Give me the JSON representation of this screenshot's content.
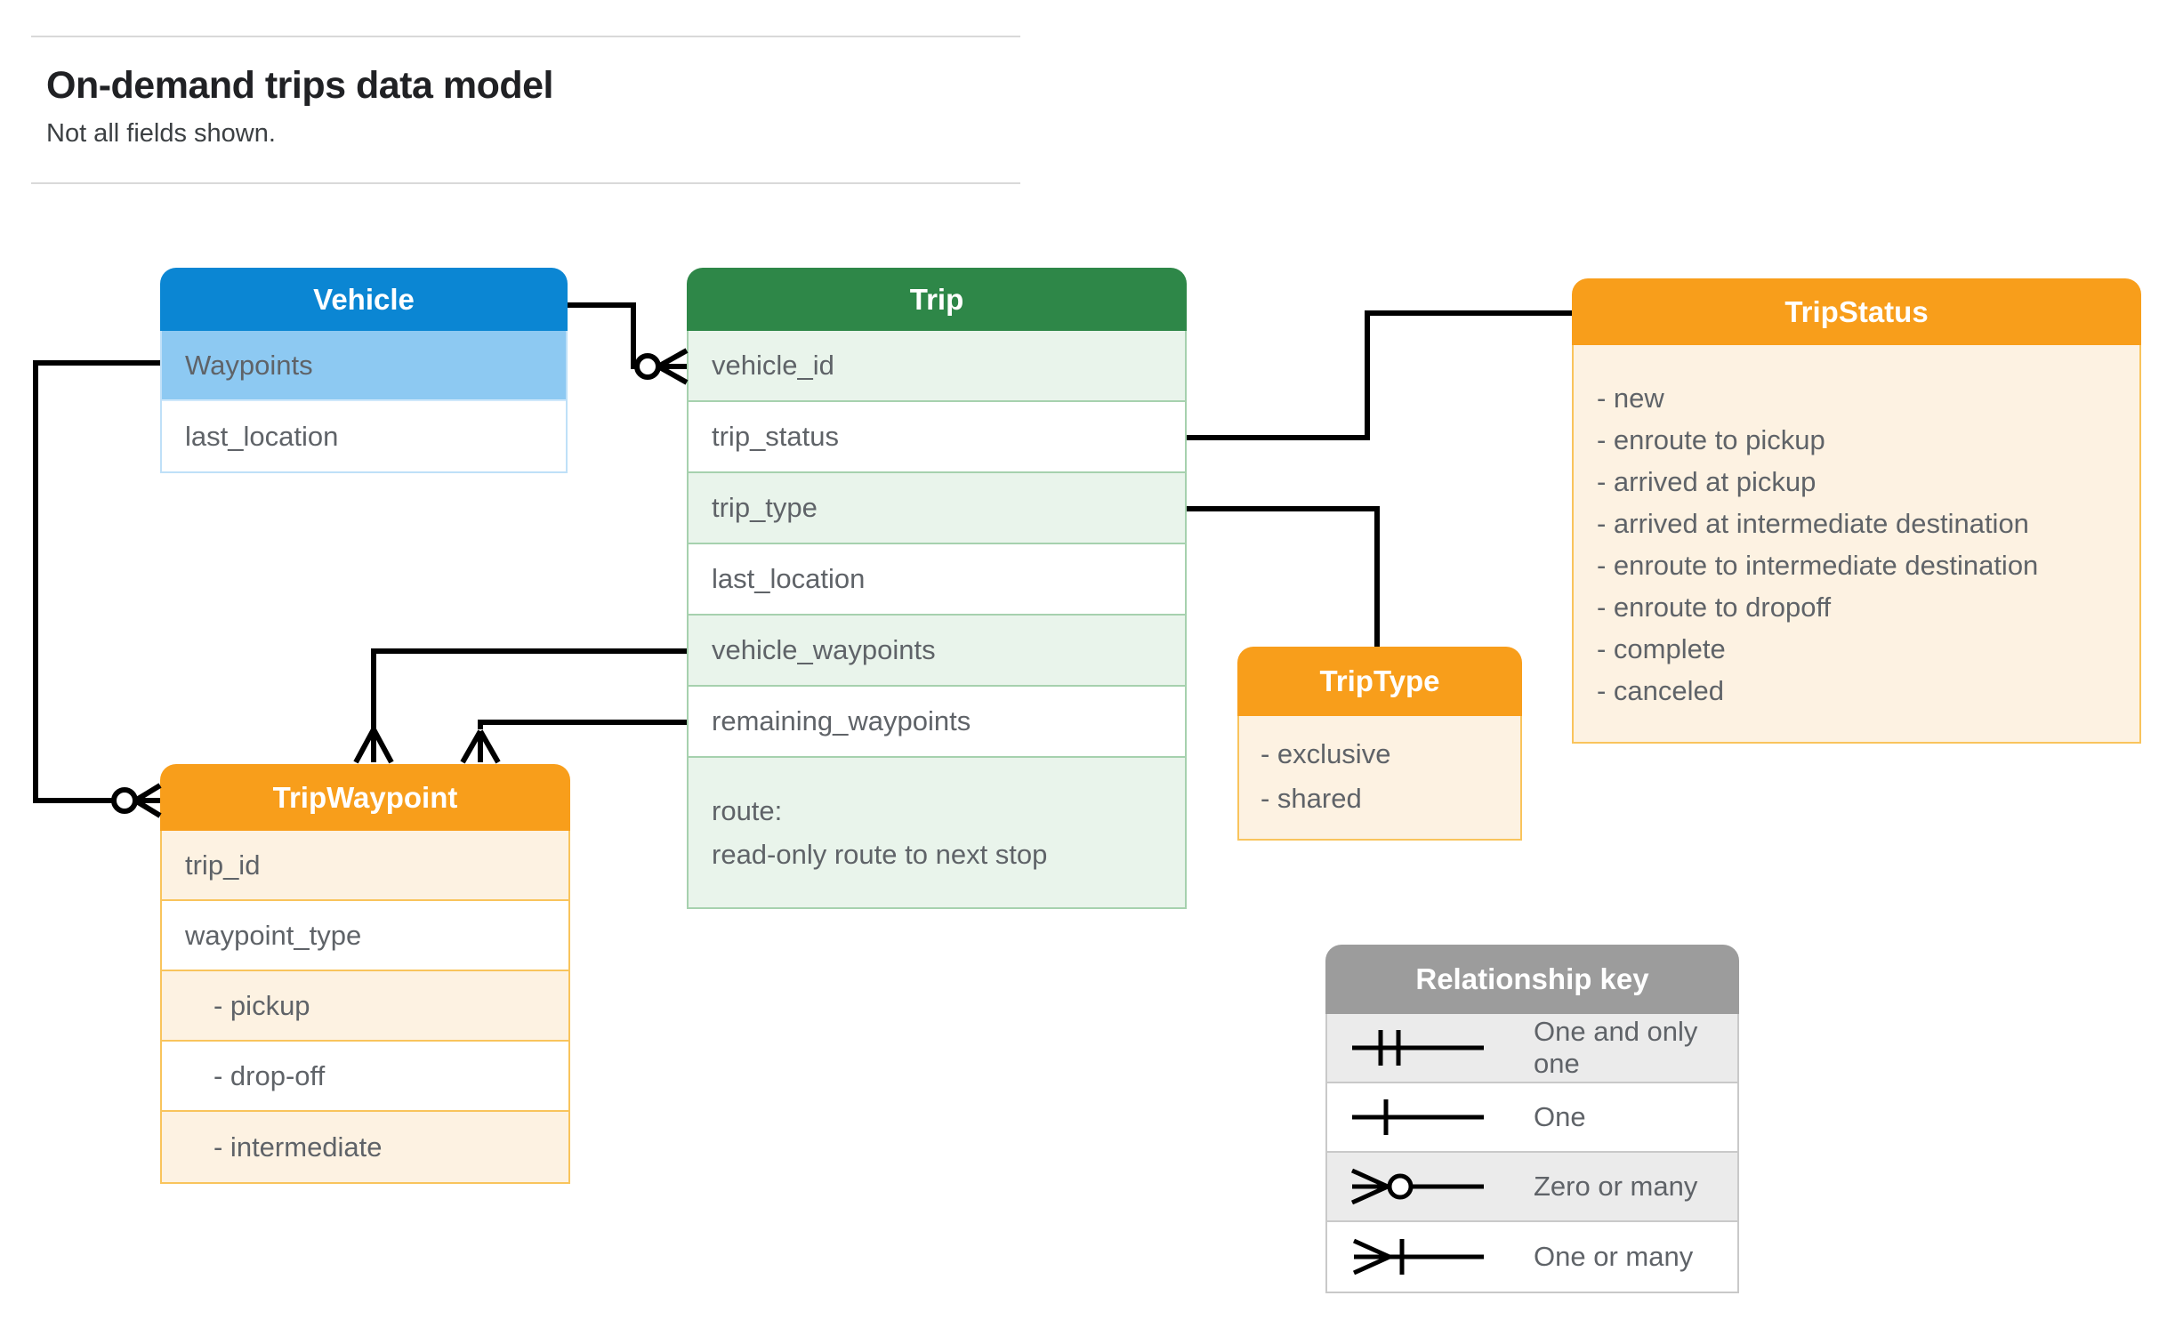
{
  "header": {
    "title": "On-demand trips data model",
    "subtitle": "Not all fields shown."
  },
  "entities": {
    "vehicle": {
      "title": "Vehicle",
      "fields": [
        "Waypoints",
        "last_location"
      ]
    },
    "trip": {
      "title": "Trip",
      "fields": [
        "vehicle_id",
        "trip_status",
        "trip_type",
        "last_location",
        "vehicle_waypoints",
        "remaining_waypoints"
      ],
      "route_field": {
        "name": "route:",
        "description": "read-only route to next stop"
      }
    },
    "trip_status": {
      "title": "TripStatus",
      "values": [
        "- new",
        "- enroute to pickup",
        "- arrived at pickup",
        "- arrived at intermediate destination",
        "- enroute to intermediate destination",
        "- enroute to dropoff",
        "- complete",
        "- canceled"
      ]
    },
    "trip_type": {
      "title": "TripType",
      "values": [
        "- exclusive",
        "- shared"
      ]
    },
    "trip_waypoint": {
      "title": "TripWaypoint",
      "fields": [
        "trip_id",
        "waypoint_type"
      ],
      "values": [
        "- pickup",
        "- drop-off",
        "- intermediate"
      ]
    }
  },
  "legend": {
    "title": "Relationship key",
    "items": [
      {
        "symbol": "one-and-only-one-icon",
        "label": "One and only one"
      },
      {
        "symbol": "one-icon",
        "label": "One"
      },
      {
        "symbol": "zero-or-many-icon",
        "label": "Zero or many"
      },
      {
        "symbol": "one-or-many-icon",
        "label": "One or many"
      }
    ]
  },
  "colors": {
    "vehicle_header": "#0b86d3",
    "vehicle_highlight_row": "#8dc9f2",
    "trip_header": "#2e8748",
    "trip_alt_row": "#e9f4eb",
    "enum_header": "#f89e1b",
    "enum_body": "#fdf2e2",
    "legend_header": "#9c9c9c",
    "legend_alt_row": "#ebebeb",
    "connector": "#000000",
    "field_text": "#5f6368"
  }
}
